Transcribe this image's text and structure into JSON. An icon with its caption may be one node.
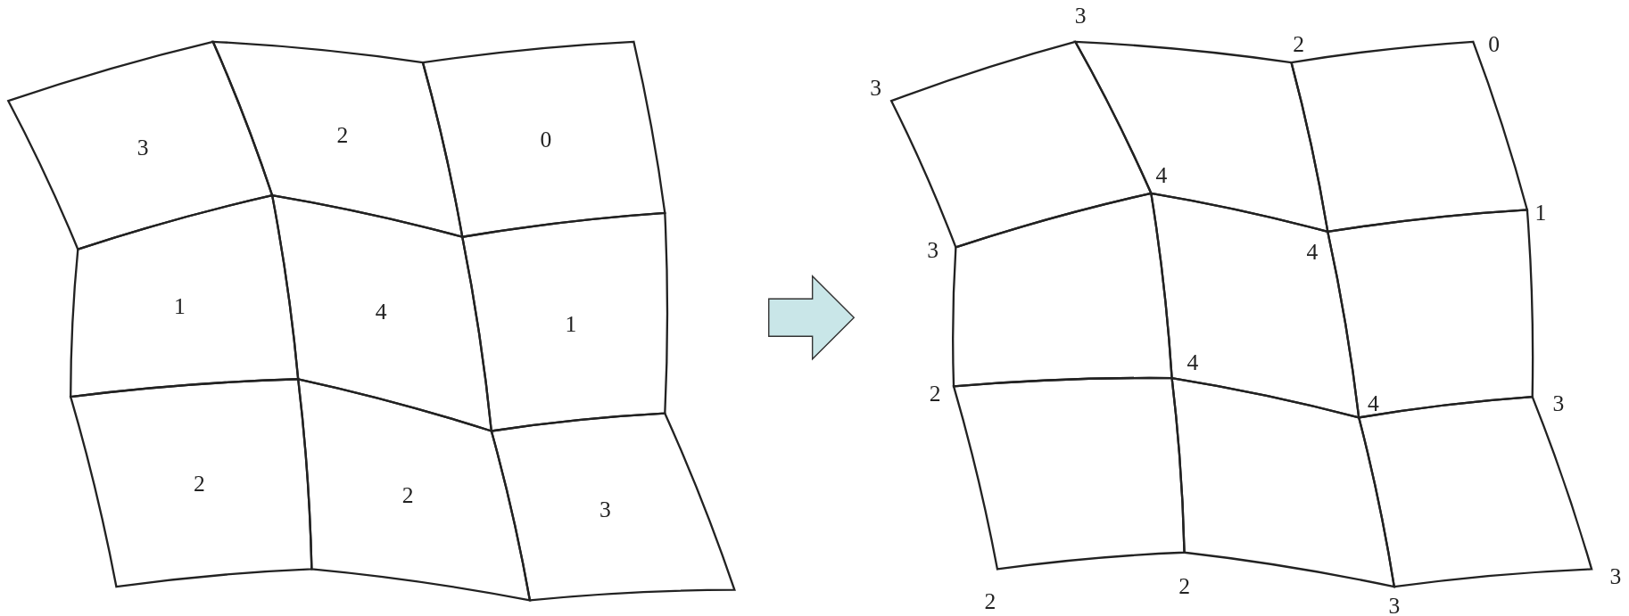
{
  "diagram": {
    "nodes": [
      {
        "text": [],
        "shape": "box"
      },
      {
        "text": [
          "3"
        ],
        "in": 0
      },
      {
        "text": [
          "2"
        ],
        "in": 0
      },
      {
        "text": [
          "0"
        ],
        "in": 0
      },
      {
        "text": [
          "1"
        ],
        "in": 0
      },
      {
        "text": [
          "4"
        ],
        "in": 0
      },
      {
        "text": [
          "1"
        ],
        "in": 0
      },
      {
        "text": [
          "2"
        ],
        "in": 0
      },
      {
        "text": [
          "2"
        ],
        "in": 0
      },
      {
        "text": [
          "3"
        ],
        "in": 0
      },
      {
        "text": [],
        "shape": "box"
      },
      {
        "text": [],
        "shape": "box",
        "in": 10
      },
      {
        "text": [],
        "shape": "box",
        "in": 10
      },
      {
        "text": [],
        "shape": "box",
        "in": 10
      },
      {
        "text": [],
        "shape": "box",
        "in": 10
      },
      {
        "text": [],
        "shape": "box",
        "in": 10
      },
      {
        "text": [],
        "shape": "box",
        "in": 10
      },
      {
        "text": [],
        "shape": "box",
        "in": 10
      },
      {
        "text": [],
        "shape": "box",
        "in": 10
      },
      {
        "text": [],
        "shape": "box",
        "in": 10
      }
    ],
    "edges": [
      {
        "from": 0,
        "to": 10,
        "arrow": "to"
      }
    ],
    "labels": [
      "3",
      "2",
      "0",
      "3",
      "3",
      "4",
      "4",
      "1",
      "2",
      "4",
      "4",
      "3",
      "2",
      "2",
      "3",
      "3"
    ]
  }
}
